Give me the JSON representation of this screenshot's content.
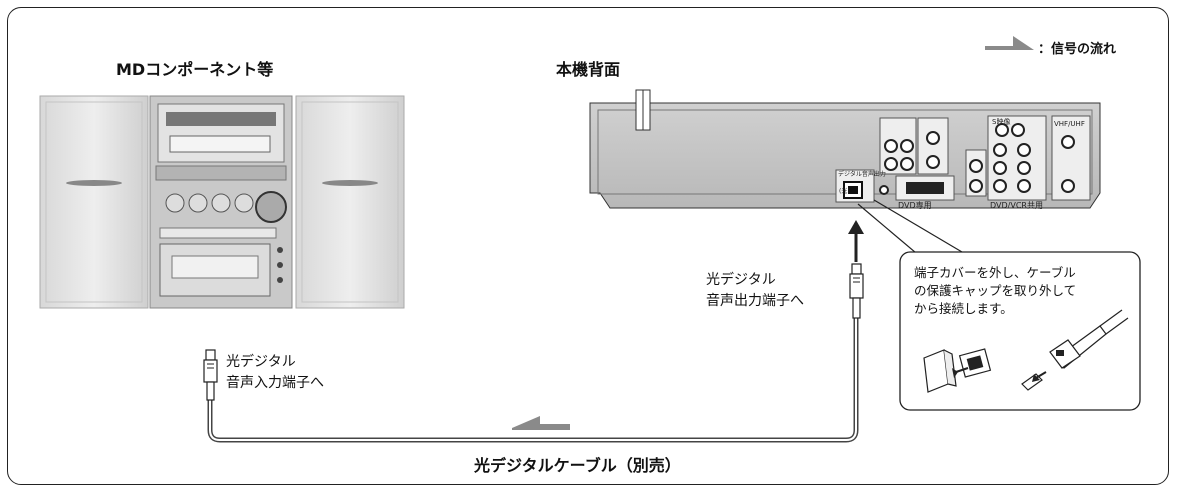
{
  "legend": {
    "signal_flow": "：信号の流れ"
  },
  "labels": {
    "md_component": "MDコンポーネント等",
    "unit_rear": "本機背面",
    "optical_out": "光デジタル\n音声出力端子へ",
    "optical_in": "光デジタル\n音声入力端子へ",
    "cable": "光デジタルケーブル（別売）",
    "note": "端子カバーを外し、ケーブル\nの保護キャップを取り外して\nから接続します。"
  },
  "rear_panel": {
    "digital_out_label": "デジタル音声出力",
    "optical_label": "(光)",
    "dvd_label": "DVD専用",
    "dvd_vcr_label": "DVD/VCR共用",
    "vhf_uhf_label": "VHF/UHF",
    "s_video_label": "S映像"
  },
  "colors": {
    "arrow": "#8a8a8a",
    "cable": "#444444",
    "frame": "#222222"
  }
}
